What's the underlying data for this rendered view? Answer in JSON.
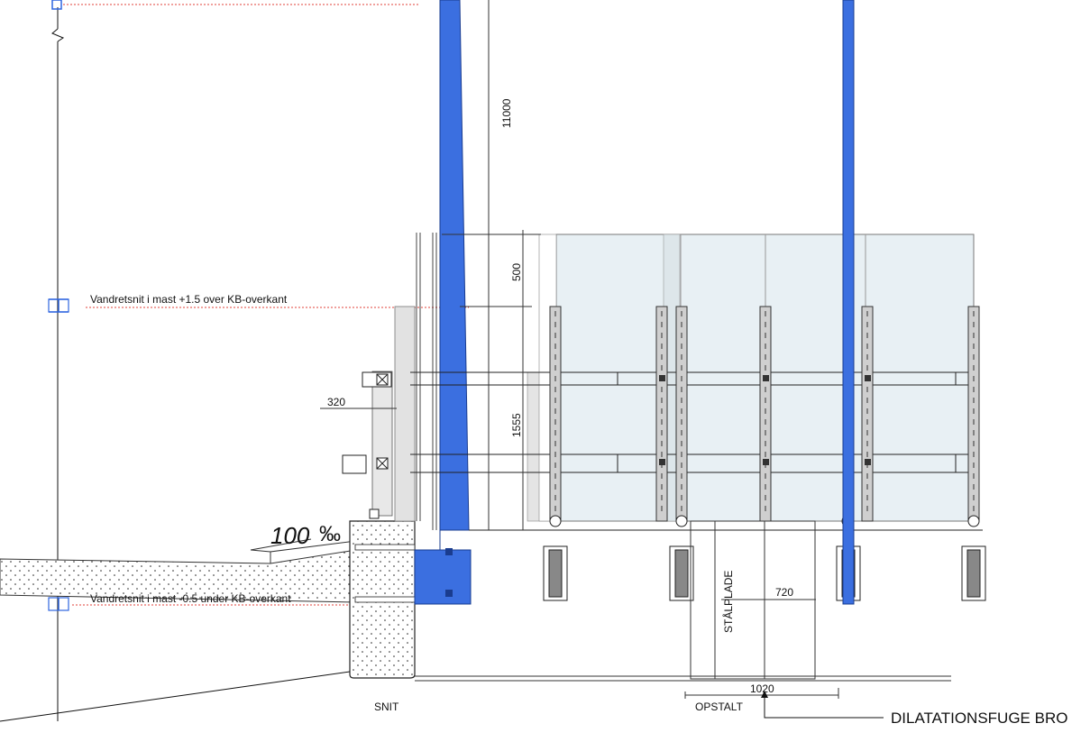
{
  "drawing": {
    "section_cuts": {
      "upper_label": "Vandretsnit i mast +1.5 over KB-overkant",
      "lower_label": "Vandretsnit i mast -0.5 under KB-overkant"
    },
    "dimensions": {
      "mast_height": "11000",
      "top_extension": "500",
      "panel_height": "1555",
      "wall_offset": "320",
      "steel_plate_width": "720",
      "joint_span": "1020"
    },
    "slope": {
      "value": "100",
      "unit": "‰"
    },
    "labels": {
      "steel_plate": "STÅLPLADE",
      "section_view": "SNIT",
      "elevation_view": "OPSTALT",
      "expansion_joint": "DILATATIONSFUGE BRO"
    },
    "colors": {
      "mast": "#3b6fe0",
      "glass": "#e8f0f4",
      "post": "#cfcfcf",
      "cut_line": "#e0403a",
      "section_marker": "#2f66e0"
    }
  }
}
